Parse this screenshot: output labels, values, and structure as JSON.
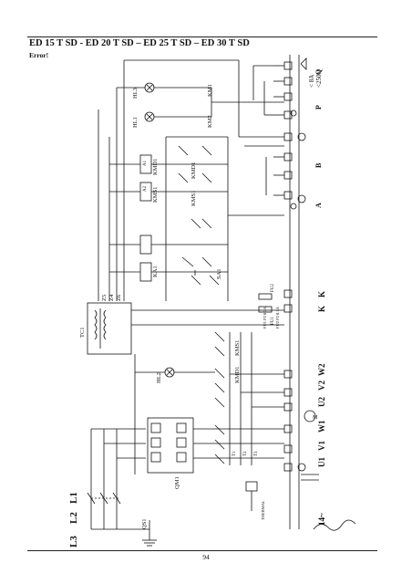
{
  "header": {
    "title": "ED 15 T SD - ED 20 T SD – ED 25 T SD – ED 30 T SD",
    "subtitle": "Error!"
  },
  "footer": {
    "page_number": "94"
  },
  "diagram": {
    "lines": [
      "L3",
      "L2",
      "L1"
    ],
    "power_terminals": [
      "U1",
      "V1",
      "W1",
      "U2",
      "V2",
      "W2",
      "K",
      "K"
    ],
    "groups": [
      "A",
      "B",
      "P",
      "Q"
    ],
    "relays": [
      "KM1",
      "KM2",
      "KMD1",
      "KMS1",
      "KMD1",
      "KMS1",
      "KMD1",
      "KMS1"
    ],
    "devices": [
      "QS1",
      "QM1",
      "FU2",
      "FU1",
      "TC1",
      "HL1",
      "HL2",
      "HL3",
      "KA1",
      "SA1",
      "M"
    ],
    "ratings": [
      "< 8A",
      "<250V"
    ],
    "notes": [
      "Z4",
      "Z5",
      "Z6",
      "A1",
      "A2",
      "T1",
      "T2",
      "T3",
      "FU1 P2 0.2A",
      "FU2 P2 0.1A",
      "14~",
      "THERMAL"
    ]
  }
}
